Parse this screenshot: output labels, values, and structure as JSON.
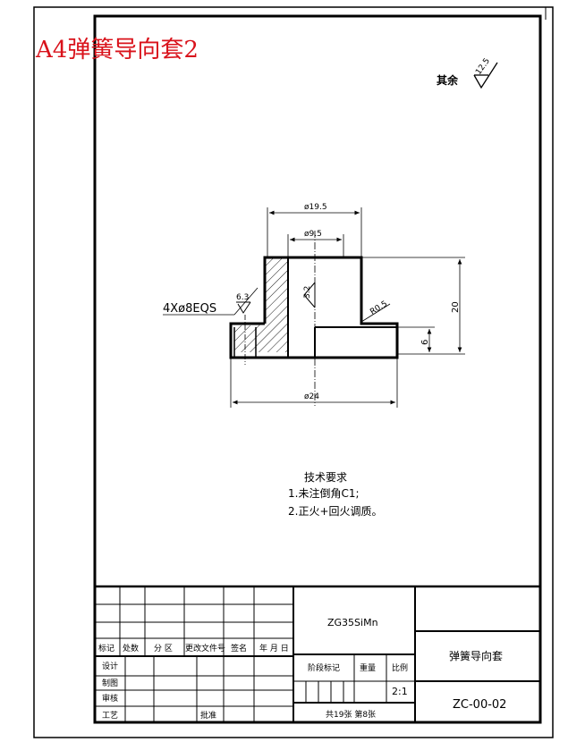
{
  "sheet_label": "A4弹簧导向套2",
  "surface_note": {
    "prefix": "其余",
    "roughness": "12.5"
  },
  "dimensions": {
    "d1": "ø19.5",
    "d2": "ø9.5",
    "d3": "ø24",
    "h1": "20",
    "h2": "6",
    "chamfer": "R0.5",
    "inner_rough": "3.2",
    "holes": "4Xø8EQS",
    "holes_rough": "6.3"
  },
  "tech": {
    "title": "技术要求",
    "items": [
      "1.未注倒角C1;",
      "2.正火+回火调质。"
    ]
  },
  "title_block": {
    "material": "ZG35SiMn",
    "part_name": "弹簧导向套",
    "drawing_no": "ZC-00-02",
    "scale_label": "比例",
    "scale": "2:1",
    "weight_label": "重量",
    "stage_label": "阶段标记",
    "sheets": "共19张 第8张",
    "rev_labels": [
      "标记",
      "处数",
      "分 区",
      "更改文件号",
      "签名",
      "年 月 日"
    ],
    "sign_labels": [
      "设计",
      "制图",
      "审核",
      "工艺"
    ],
    "approve_label": "批准"
  }
}
